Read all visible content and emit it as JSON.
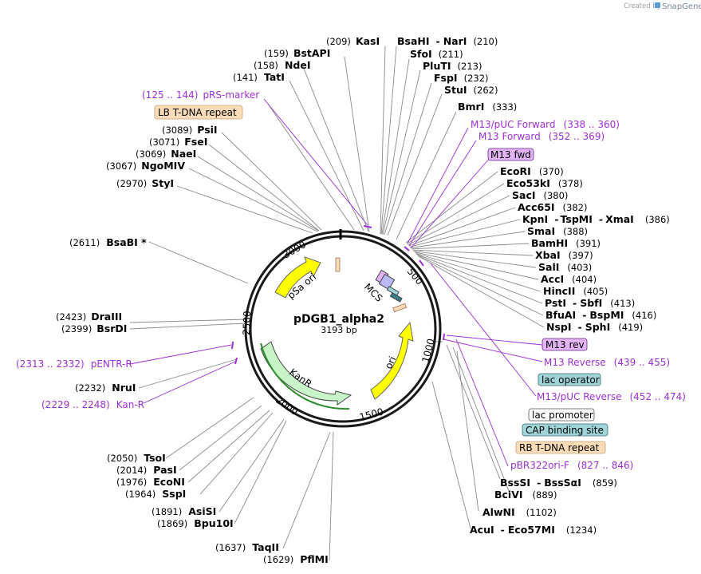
{
  "branding": {
    "created_by": "Created by",
    "app": "SnapGene"
  },
  "plasmid": {
    "name": "pDGB1_alpha2",
    "length": "3193 bp"
  },
  "ticks": [
    "500",
    "1000",
    "1500",
    "2000",
    "2500",
    "3000"
  ],
  "features_inner": {
    "pSa_ori": "pSa ori",
    "kanR": "KanR",
    "ori": "ori",
    "mcs": "MCS"
  },
  "labels": {
    "kasI": {
      "num": "(209)",
      "name": "KasI"
    },
    "bsaHI": {
      "name": "BsaHI",
      "name2": "NarI",
      "num": "(210)"
    },
    "sfoI": {
      "name": "SfoI",
      "num": "(211)"
    },
    "pluTI": {
      "name": "PluTI",
      "num": "(213)"
    },
    "fspI": {
      "name": "FspI",
      "num": "(232)"
    },
    "stuI": {
      "name": "StuI",
      "num": "(262)"
    },
    "bmrI": {
      "name": "BmrI",
      "num": "(333)"
    },
    "bstAPI": {
      "num": "(159)",
      "name": "BstAPI"
    },
    "ndeI": {
      "num": "(158)",
      "name": "NdeI"
    },
    "tatI": {
      "num": "(141)",
      "name": "TatI"
    },
    "prs_marker": {
      "range": "(125 .. 144)",
      "name": "pRS-marker"
    },
    "lb_repeat": "LB T-DNA repeat",
    "psiI": {
      "num": "(3089)",
      "name": "PsiI"
    },
    "fseI": {
      "num": "(3071)",
      "name": "FseI"
    },
    "naeI": {
      "num": "(3069)",
      "name": "NaeI"
    },
    "ngoMIV": {
      "num": "(3067)",
      "name": "NgoMIV"
    },
    "styI": {
      "num": "(2970)",
      "name": "StyI"
    },
    "bsaBI": {
      "num": "(2611)",
      "name": "BsaBI *"
    },
    "draIII": {
      "num": "(2423)",
      "name": "DraIII"
    },
    "bsrDI": {
      "num": "(2399)",
      "name": "BsrDI"
    },
    "pentr_r": {
      "range": "(2313 .. 2332)",
      "name": "pENTR-R"
    },
    "nruI": {
      "num": "(2232)",
      "name": "NruI"
    },
    "kan_r": {
      "range": "(2229 .. 2248)",
      "name": "Kan-R"
    },
    "tsoI": {
      "num": "(2050)",
      "name": "TsoI"
    },
    "pasI": {
      "num": "(2014)",
      "name": "PasI"
    },
    "ecoNI": {
      "num": "(1976)",
      "name": "EcoNI"
    },
    "sspI": {
      "num": "(1964)",
      "name": "SspI"
    },
    "asiSI": {
      "num": "(1891)",
      "name": "AsiSI"
    },
    "bpu10I": {
      "num": "(1869)",
      "name": "Bpu10I"
    },
    "taqII": {
      "num": "(1637)",
      "name": "TaqII"
    },
    "pflMI": {
      "num": "(1629)",
      "name": "PflMI"
    },
    "m13puc_fwd": {
      "name": "M13/pUC Forward",
      "range": "(338 .. 360)"
    },
    "m13_forward": {
      "name": "M13 Forward",
      "range": "(352 .. 369)"
    },
    "m13_fwd_box": "M13 fwd",
    "ecoRI": {
      "name": "EcoRI",
      "num": "(370)"
    },
    "eco53kI": {
      "name": "Eco53kI",
      "num": "(378)"
    },
    "sacI": {
      "name": "SacI",
      "num": "(380)"
    },
    "acc65I": {
      "name": "Acc65I",
      "num": "(382)"
    },
    "kpnI": {
      "name": "KpnI",
      "name2": "TspMI",
      "name3": "XmaI",
      "num": "(386)"
    },
    "smaI": {
      "name": "SmaI",
      "num": "(388)"
    },
    "bamHI": {
      "name": "BamHI",
      "num": "(391)"
    },
    "xbaI": {
      "name": "XbaI",
      "num": "(397)"
    },
    "salI": {
      "name": "SalI",
      "num": "(403)"
    },
    "accI": {
      "name": "AccI",
      "num": "(404)"
    },
    "hincII": {
      "name": "HincII",
      "num": "(405)"
    },
    "pstI": {
      "name": "PstI",
      "name2": "SbfI",
      "num": "(413)"
    },
    "bfuAI": {
      "name": "BfuAI",
      "name2": "BspMI",
      "num": "(416)"
    },
    "nspI": {
      "name": "NspI",
      "name2": "SphI",
      "num": "(419)"
    },
    "m13_rev_box": "M13 rev",
    "m13_reverse": {
      "name": "M13 Reverse",
      "range": "(439 .. 455)"
    },
    "lac_operator": "lac operator",
    "m13puc_rev": {
      "name": "M13/pUC Reverse",
      "range": "(452 .. 474)"
    },
    "lac_promoter": "lac promoter",
    "cap_site": "CAP binding site",
    "rb_repeat": "RB T-DNA repeat",
    "pbr322": {
      "name": "pBR322ori-F",
      "range": "(827 .. 846)"
    },
    "bssSI": {
      "name": "BssSI",
      "name2": "BssSαI",
      "num": "(859)"
    },
    "bciVI": {
      "name": "BciVI",
      "num": "(889)"
    },
    "alwNI": {
      "name": "AlwNI",
      "num": "(1102)"
    },
    "acuI": {
      "name": "AcuI",
      "name2": "Eco57MI",
      "num": "(1234)"
    }
  },
  "colors": {
    "primer": "#9c2fd4",
    "lb_rb_fill": "#fadcb8",
    "m13_fill": "#e2b4f5",
    "lac_fill": "#9fd4d8",
    "ori_fill": "#ffff00",
    "kanR_fill": "#c8f5c8",
    "pSa_fill": "#ffff00"
  }
}
